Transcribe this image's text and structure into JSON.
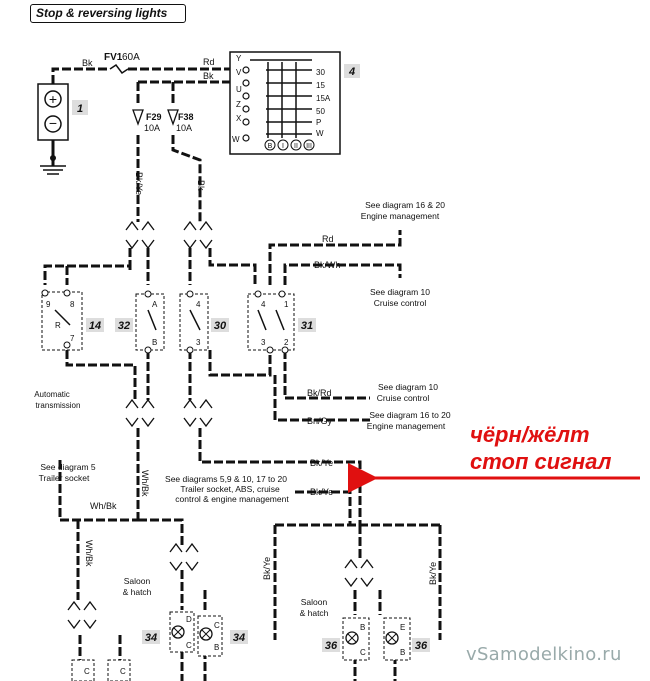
{
  "title": "Stop & reversing lights",
  "fuses": {
    "fv1": {
      "id": "FV1",
      "rating": "60A"
    },
    "f29": {
      "id": "F29",
      "rating": "10A"
    },
    "f38": {
      "id": "F38",
      "rating": "10A"
    }
  },
  "wires": {
    "bk": "Bk",
    "rd": "Rd",
    "bk_ye": "Bk/Ye",
    "bk_wh": "Bk/Wh",
    "bk_rd": "Bk/Rd",
    "bn_gy": "Bn/Gy",
    "wh_bk": "Wh/Bk"
  },
  "ignition_switch": {
    "ref": "4",
    "left_labels": [
      "Y",
      "V",
      "U",
      "Z",
      "X",
      "W"
    ],
    "right_labels": [
      "30",
      "15",
      "15A",
      "50",
      "P",
      "W"
    ],
    "positions": [
      "B",
      "I",
      "II",
      "III"
    ]
  },
  "components": {
    "battery": "1",
    "c14": "14",
    "c32": "32",
    "c30": "30",
    "c31": "31",
    "c34": "34",
    "c36": "36"
  },
  "pins": {
    "p9": "9",
    "p8": "8",
    "pR": "R",
    "p7": "7",
    "pA": "A",
    "pB": "B",
    "p4": "4",
    "p3": "3",
    "p1": "1",
    "p2": "2",
    "pC": "C",
    "pD": "D",
    "pE": "E"
  },
  "notes": {
    "auto_trans": [
      "Automatic",
      "transmission"
    ],
    "engine_mgmt_top": [
      "See diagram 16 & 20",
      "Engine management"
    ],
    "cruise_10a": [
      "See diagram 10",
      "Cruise control"
    ],
    "cruise_10b": [
      "See diagram 10",
      "Cruise control"
    ],
    "engine_mgmt_bottom": [
      "See diagram 16 to 20",
      "Engine management"
    ],
    "trailer_socket": [
      "See diagram 5",
      "Trailer socket"
    ],
    "multi": [
      "See diagrams 5,9 & 10, 17 to 20",
      "Trailer socket, ABS, cruise",
      "control & engine management"
    ],
    "saloon_hatch": [
      "Saloon",
      "& hatch"
    ]
  },
  "annotation": {
    "line1": "чёрн/жёлт",
    "line2": "стоп сигнал",
    "color": "#e01010"
  },
  "watermark": "vSamodelkino.ru"
}
